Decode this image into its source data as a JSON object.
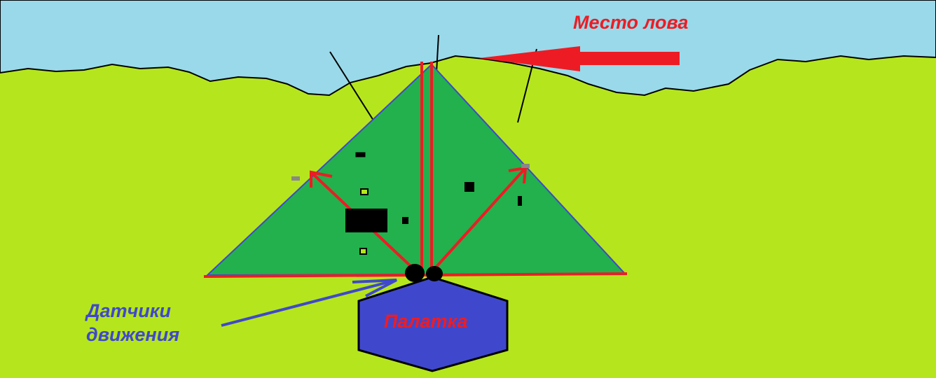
{
  "labels": {
    "hunting_place": "Место лова",
    "tent": "Палатка",
    "motion_sensors_line1": "Датчики",
    "motion_sensors_line2": "движения"
  },
  "colors": {
    "sky": "#99d9ea",
    "grass": "#b5e61d",
    "zone": "#22b14c",
    "red": "#ed1c24",
    "blue": "#3f48cc",
    "black": "#000000"
  }
}
